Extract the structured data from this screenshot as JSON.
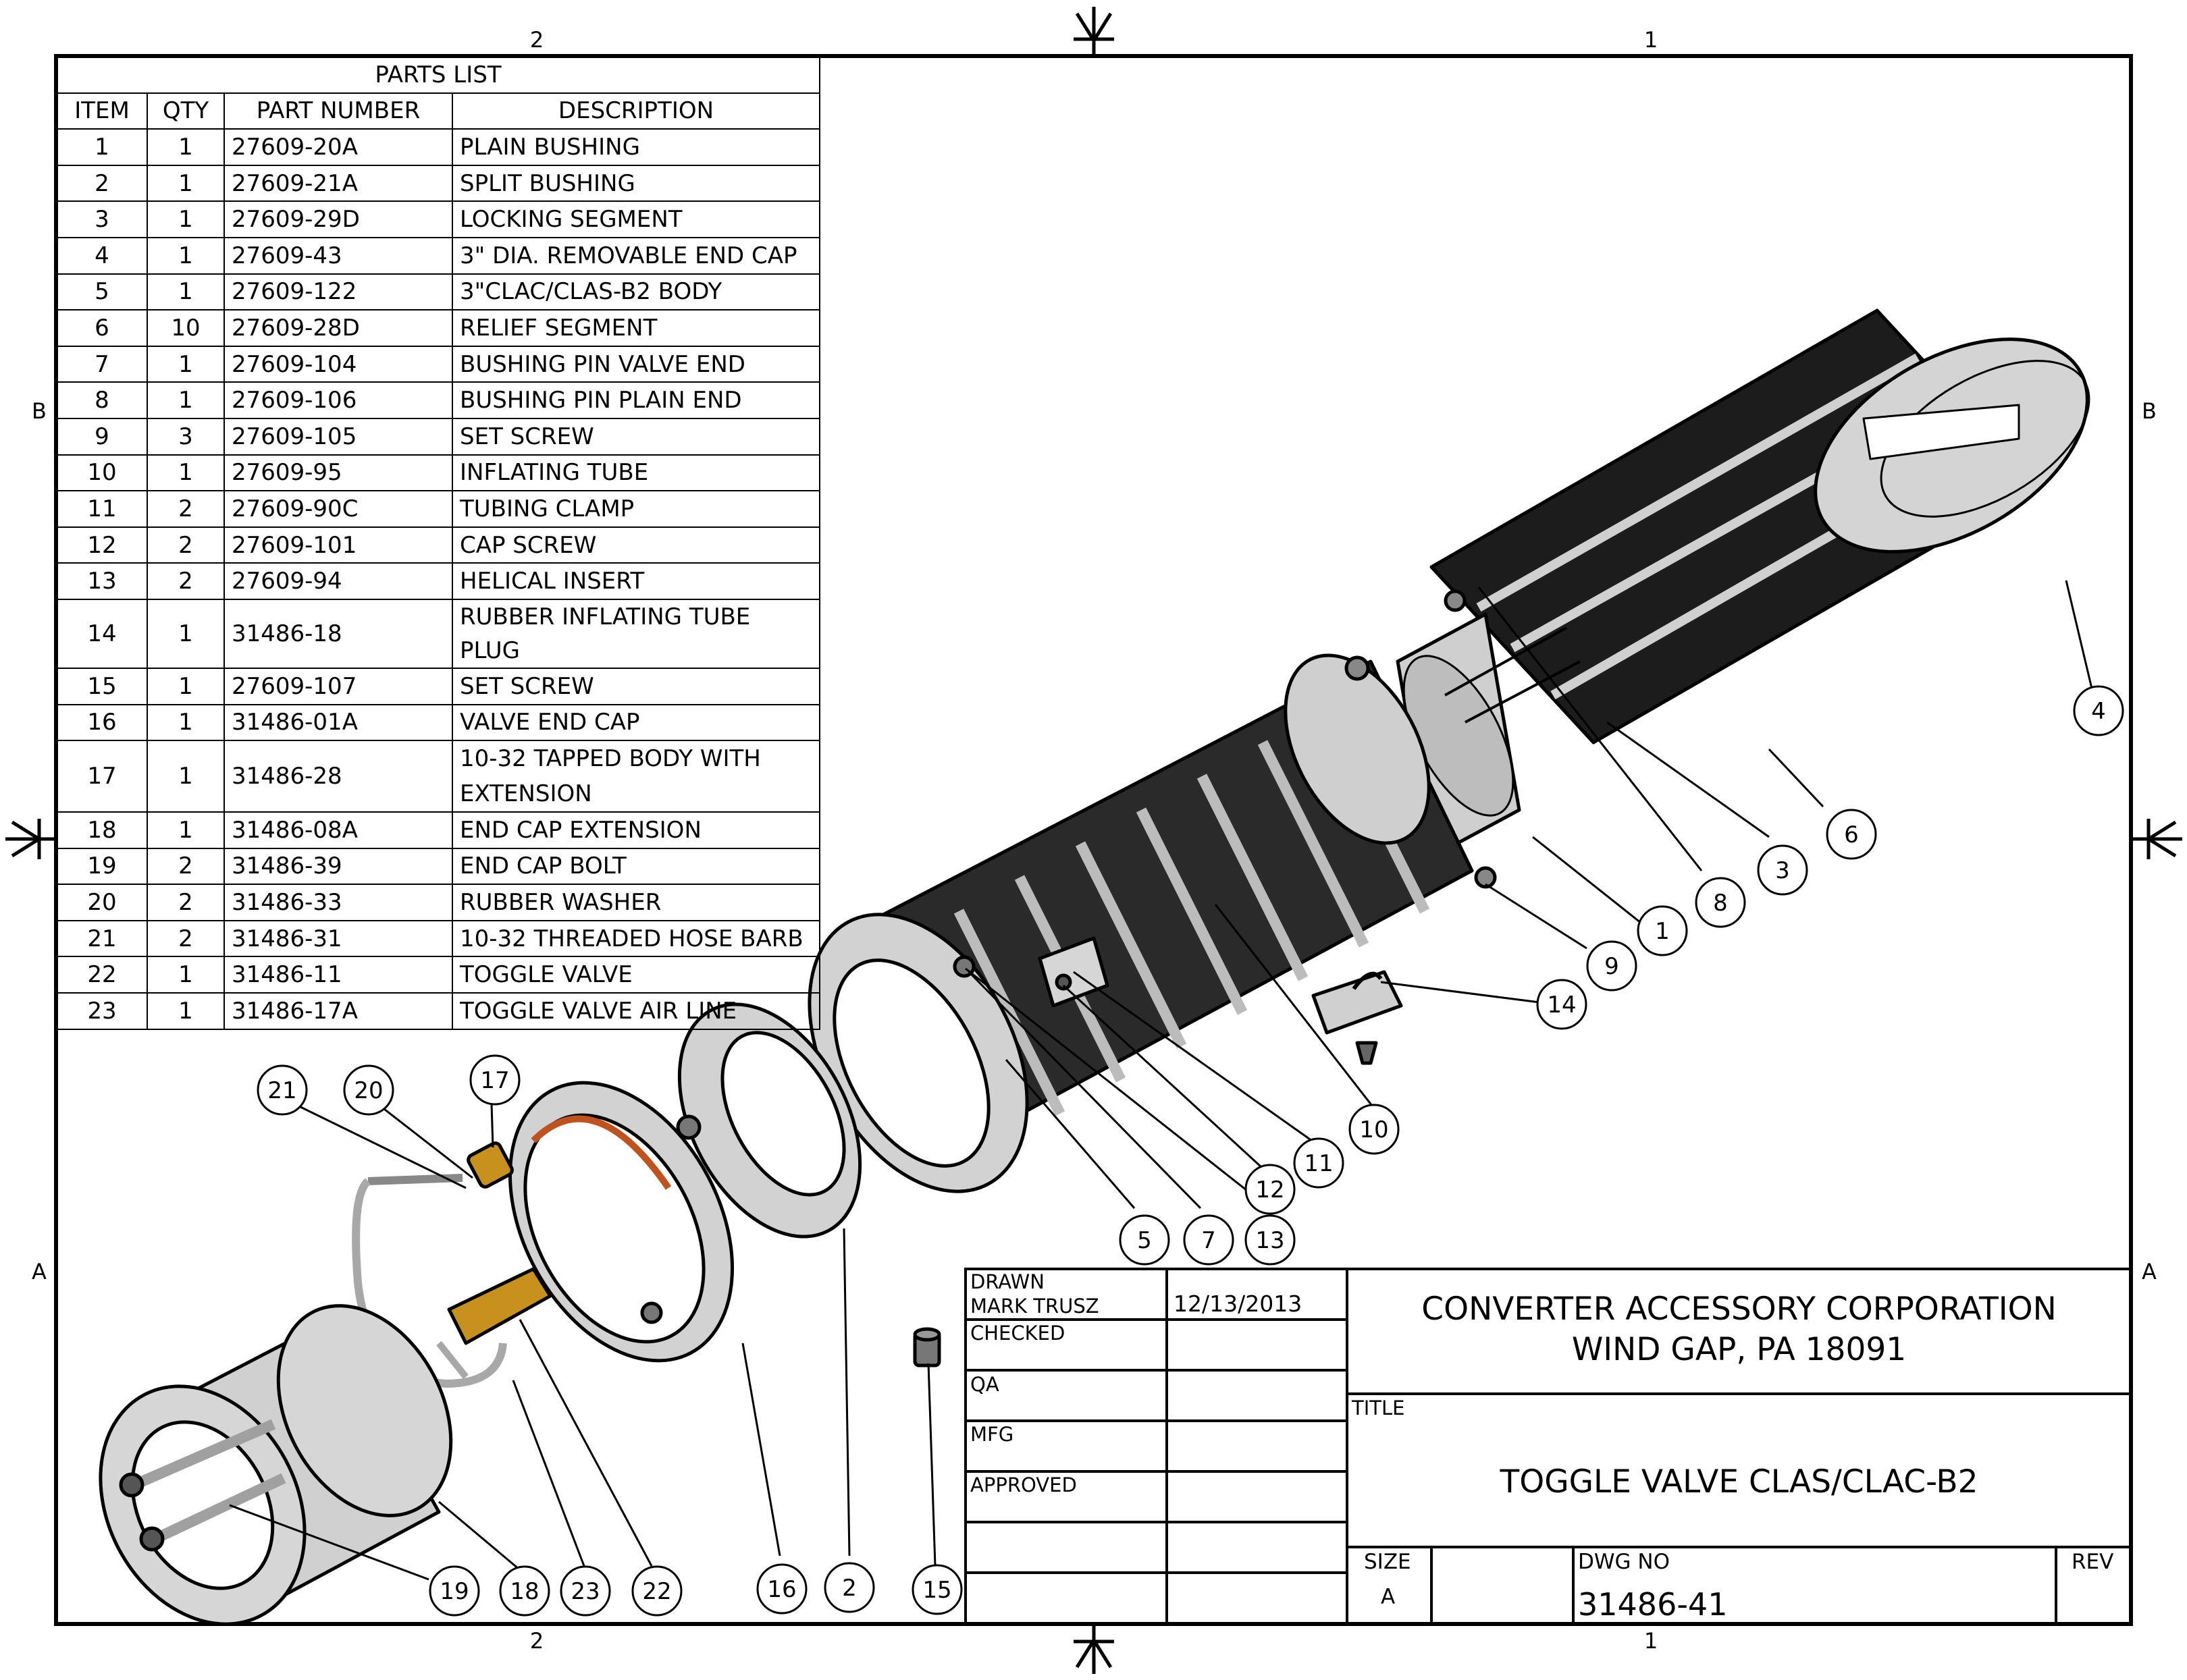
{
  "border": {
    "zones_top": [
      "2",
      "1"
    ],
    "zones_bottom": [
      "2",
      "1"
    ],
    "zones_left": [
      "B",
      "A"
    ],
    "zones_right": [
      "B",
      "A"
    ]
  },
  "parts_list": {
    "title": "PARTS LIST",
    "headers": [
      "ITEM",
      "QTY",
      "PART NUMBER",
      "DESCRIPTION"
    ],
    "rows": [
      {
        "item": "1",
        "qty": "1",
        "part": "27609-20A",
        "desc": "PLAIN BUSHING"
      },
      {
        "item": "2",
        "qty": "1",
        "part": "27609-21A",
        "desc": "SPLIT BUSHING"
      },
      {
        "item": "3",
        "qty": "1",
        "part": "27609-29D",
        "desc": "LOCKING SEGMENT"
      },
      {
        "item": "4",
        "qty": "1",
        "part": "27609-43",
        "desc": "3\" DIA. REMOVABLE END CAP"
      },
      {
        "item": "5",
        "qty": "1",
        "part": "27609-122",
        "desc": "3\"CLAC/CLAS-B2 BODY"
      },
      {
        "item": "6",
        "qty": "10",
        "part": "27609-28D",
        "desc": "RELIEF SEGMENT"
      },
      {
        "item": "7",
        "qty": "1",
        "part": "27609-104",
        "desc": "BUSHING PIN VALVE END"
      },
      {
        "item": "8",
        "qty": "1",
        "part": "27609-106",
        "desc": "BUSHING PIN PLAIN END"
      },
      {
        "item": "9",
        "qty": "3",
        "part": "27609-105",
        "desc": "SET SCREW"
      },
      {
        "item": "10",
        "qty": "1",
        "part": "27609-95",
        "desc": "INFLATING TUBE"
      },
      {
        "item": "11",
        "qty": "2",
        "part": "27609-90C",
        "desc": "TUBING CLAMP"
      },
      {
        "item": "12",
        "qty": "2",
        "part": "27609-101",
        "desc": "CAP SCREW"
      },
      {
        "item": "13",
        "qty": "2",
        "part": "27609-94",
        "desc": "HELICAL INSERT"
      },
      {
        "item": "14",
        "qty": "1",
        "part": "31486-18",
        "desc": "RUBBER INFLATING TUBE PLUG"
      },
      {
        "item": "15",
        "qty": "1",
        "part": "27609-107",
        "desc": "SET SCREW"
      },
      {
        "item": "16",
        "qty": "1",
        "part": "31486-01A",
        "desc": "VALVE END CAP"
      },
      {
        "item": "17",
        "qty": "1",
        "part": "31486-28",
        "desc": "10-32 TAPPED BODY WITH EXTENSION"
      },
      {
        "item": "18",
        "qty": "1",
        "part": "31486-08A",
        "desc": "END CAP EXTENSION"
      },
      {
        "item": "19",
        "qty": "2",
        "part": "31486-39",
        "desc": "END CAP BOLT"
      },
      {
        "item": "20",
        "qty": "2",
        "part": "31486-33",
        "desc": "RUBBER WASHER"
      },
      {
        "item": "21",
        "qty": "2",
        "part": "31486-31",
        "desc": "10-32 THREADED HOSE BARB"
      },
      {
        "item": "22",
        "qty": "1",
        "part": "31486-11",
        "desc": "TOGGLE VALVE"
      },
      {
        "item": "23",
        "qty": "1",
        "part": "31486-17A",
        "desc": "TOGGLE VALVE AIR LINE"
      }
    ]
  },
  "balloons": [
    "1",
    "2",
    "3",
    "4",
    "5",
    "6",
    "7",
    "8",
    "9",
    "10",
    "11",
    "12",
    "13",
    "14",
    "15",
    "16",
    "17",
    "18",
    "19",
    "20",
    "21",
    "22",
    "23"
  ],
  "title_block": {
    "drawn_label": "DRAWN",
    "drawn_by": "MARK TRUSZ",
    "drawn_date": "12/13/2013",
    "checked_label": "CHECKED",
    "qa_label": "QA",
    "mfg_label": "MFG",
    "approved_label": "APPROVED",
    "company_line1": "CONVERTER ACCESSORY CORPORATION",
    "company_line2": "WIND GAP, PA 18091",
    "title_label": "TITLE",
    "title": "TOGGLE VALVE CLAS/CLAC-B2",
    "size_label": "SIZE",
    "size": "A",
    "dwg_no_label": "DWG NO",
    "dwg_no": "31486-41",
    "rev_label": "REV"
  },
  "colors": {
    "line": "#000000",
    "metal": "#d2d2d2",
    "metal_dark": "#a8a8a8",
    "rubber": "#1a1a1a",
    "brass": "#c8901c",
    "tube": "#c0521e"
  }
}
